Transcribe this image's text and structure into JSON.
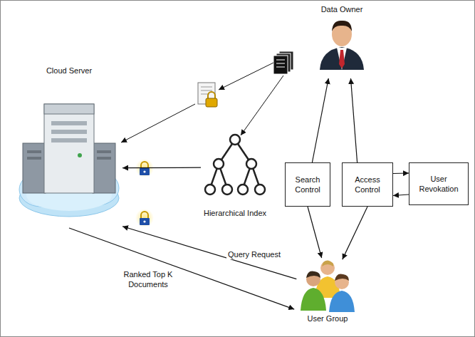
{
  "diagram": {
    "nodes": [
      {
        "text": [
          "Data Owner"
        ]
      },
      {
        "text": [
          "Cloud Server"
        ]
      },
      {
        "text": [
          "Hierarchical Index"
        ]
      },
      {
        "text": [
          "Search Control"
        ]
      },
      {
        "text": [
          "Access Control"
        ]
      },
      {
        "text": [
          "User Revokation"
        ]
      },
      {
        "text": [
          "User Group"
        ]
      }
    ],
    "edges": [
      {
        "from": 2,
        "to": 1,
        "arrow": "to"
      },
      {
        "from": 6,
        "to": 1,
        "label": "Query Request",
        "arrow": "to"
      },
      {
        "from": 1,
        "to": 6,
        "label": "Ranked Top K Documents",
        "arrow": "to"
      },
      {
        "from": 3,
        "to": 0,
        "arrow": "to"
      },
      {
        "from": 3,
        "to": 6,
        "arrow": "to"
      },
      {
        "from": 4,
        "to": 0,
        "arrow": "to"
      },
      {
        "from": 4,
        "to": 6,
        "arrow": "to"
      },
      {
        "from": 4,
        "to": 5,
        "arrow": "to"
      },
      {
        "from": 5,
        "to": 4,
        "arrow": "to"
      }
    ]
  }
}
